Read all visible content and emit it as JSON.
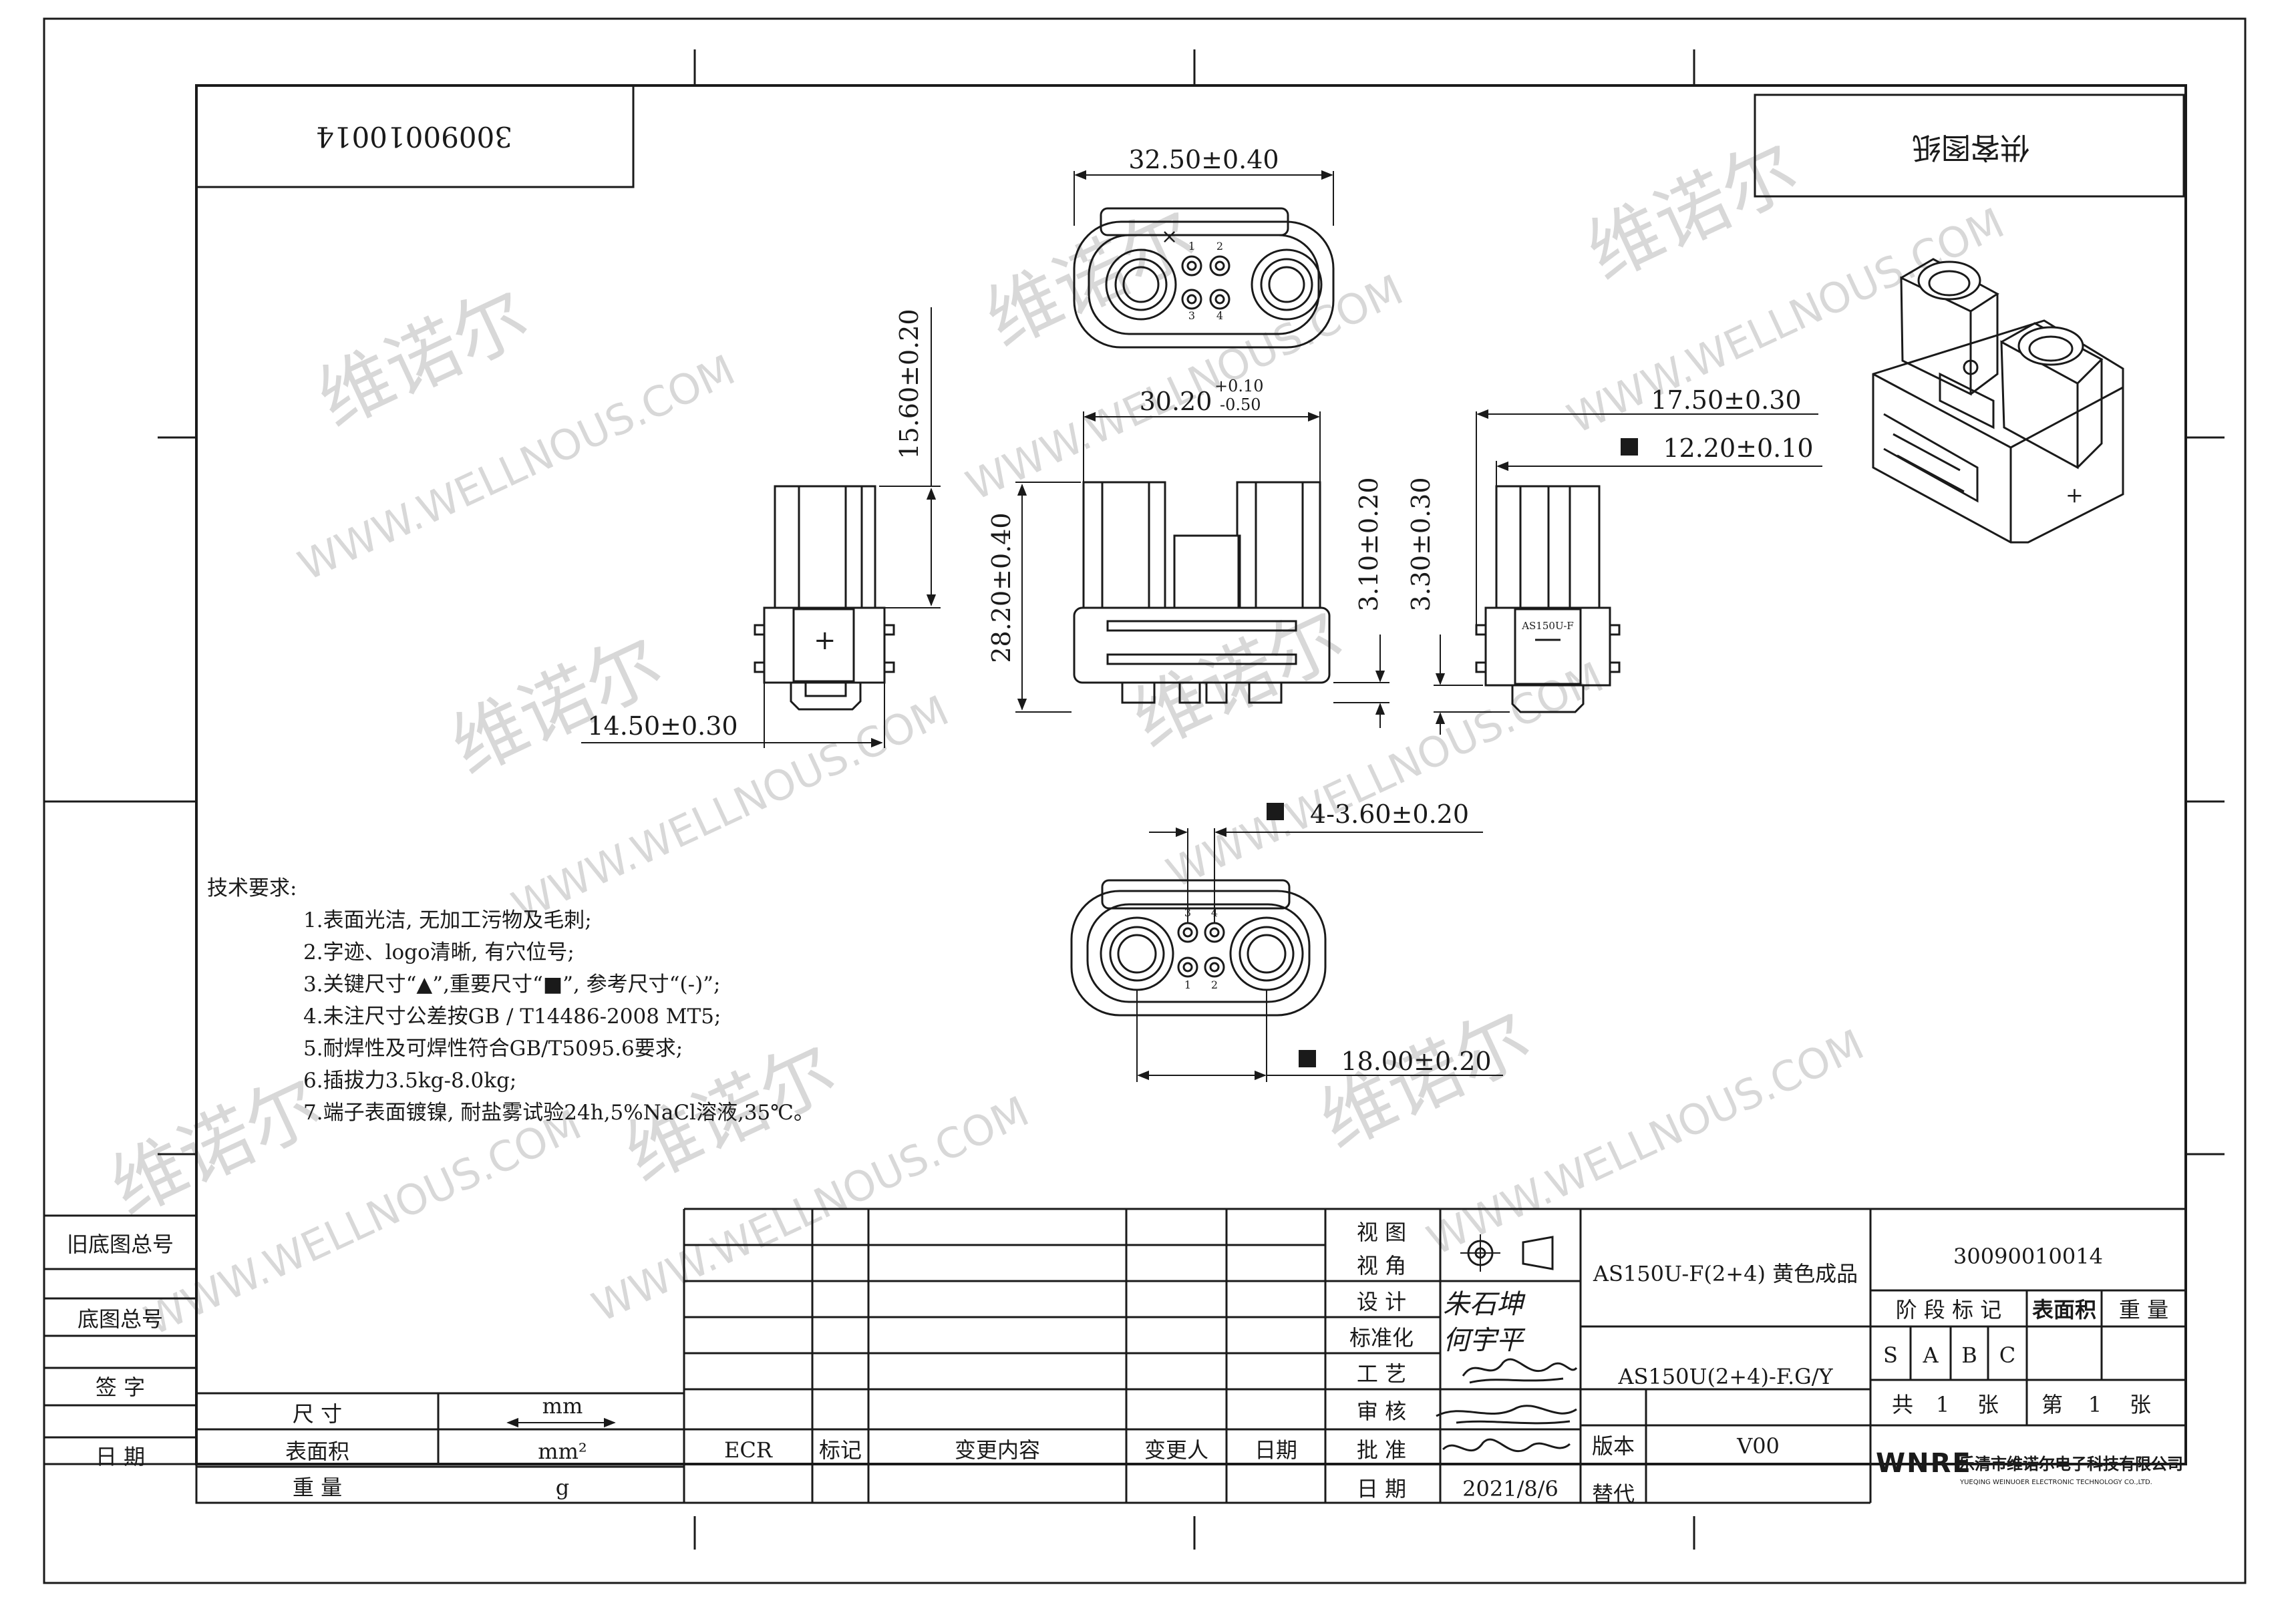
{
  "header": {
    "doc_number_mirrored": "30090010014",
    "supply_label_mirrored": "供客图纸"
  },
  "watermarks": {
    "cn": "维诺尔",
    "en": "WWW.WELLNOUS.COM"
  },
  "product_marks": {
    "body_marking": "AS150U-F",
    "icon_names": [
      "plus-icon",
      "cross-mark-icon"
    ]
  },
  "dimensions": {
    "top_width": "32.50±0.40",
    "front_width": "30.20",
    "front_width_tol_upper": "+0.10",
    "front_width_tol_lower": "-0.50",
    "side_height": "15.60±0.20",
    "side_depth": "14.50±0.30",
    "front_height": "28.20±0.40",
    "front_step": "3.10±0.20",
    "right_step": "3.30±0.30",
    "right_width": "17.50±0.30",
    "right_inner_width": "12.20±0.10",
    "pin_pitch": "4-3.60±0.20",
    "bottom_span": "18.00±0.20",
    "pin_labels": [
      "1",
      "2",
      "3",
      "4"
    ]
  },
  "requirements": {
    "title": "技术要求:",
    "items": [
      "1.表面光洁, 无加工污物及毛刺;",
      "2.字迹、logo清晰, 有穴位号;",
      "3.关键尺寸“▲”,重要尺寸“■”, 参考尺寸“(-)”;",
      "4.未注尺寸公差按GB / T14486-2008 MT5;",
      "5.耐焊性及可焊性符合GB/T5095.6要求;",
      "6.插拔力3.5kg-8.0kg;",
      "7.端子表面镀镍, 耐盐雾试验24h,5%NaCl溶液,35℃。"
    ]
  },
  "left_strip": {
    "old_base_no": "旧底图总号",
    "base_no": "底图总号",
    "signature": "签 字",
    "date": "日 期"
  },
  "units_block": {
    "size_label": "尺 寸",
    "size_unit": "mm",
    "area_label": "表面积",
    "area_unit": "mm²",
    "weight_label": "重 量",
    "weight_unit": "g"
  },
  "change_block": {
    "ecr": "ECR",
    "mark": "标记",
    "content": "变更内容",
    "person": "变更人",
    "date": "日期"
  },
  "title_block": {
    "view": "视 图",
    "angle": "视 角",
    "design": "设 计",
    "standardize": "标准化",
    "process": "工 艺",
    "review": "审 核",
    "approve": "批 准",
    "date_label": "日 期",
    "date_value": "2021/8/6",
    "sign_design": "朱石坤",
    "sign_standard": "何宇平",
    "product_name": "AS150U-F(2+4) 黄色成品",
    "model": "AS150U(2+4)-F.G/Y",
    "version_label": "版本",
    "version_value": "V00",
    "replace_label": "替代",
    "doc_number": "30090010014",
    "stage_mark": "阶 段 标 记",
    "surface_area": "表面积",
    "weight": "重 量",
    "stages": [
      "S",
      "A",
      "B",
      "C"
    ],
    "total_label": "共",
    "total_value": "1",
    "sheet_unit": "张",
    "sheet_label": "第",
    "sheet_value": "1",
    "sheet_unit2": "张",
    "logo": "WNRE",
    "company_cn": "乐清市维诺尔电子科技有限公司",
    "company_en": "YUEQING WEINUOER ELECTRONIC TECHNOLOGY CO.,LTD."
  }
}
